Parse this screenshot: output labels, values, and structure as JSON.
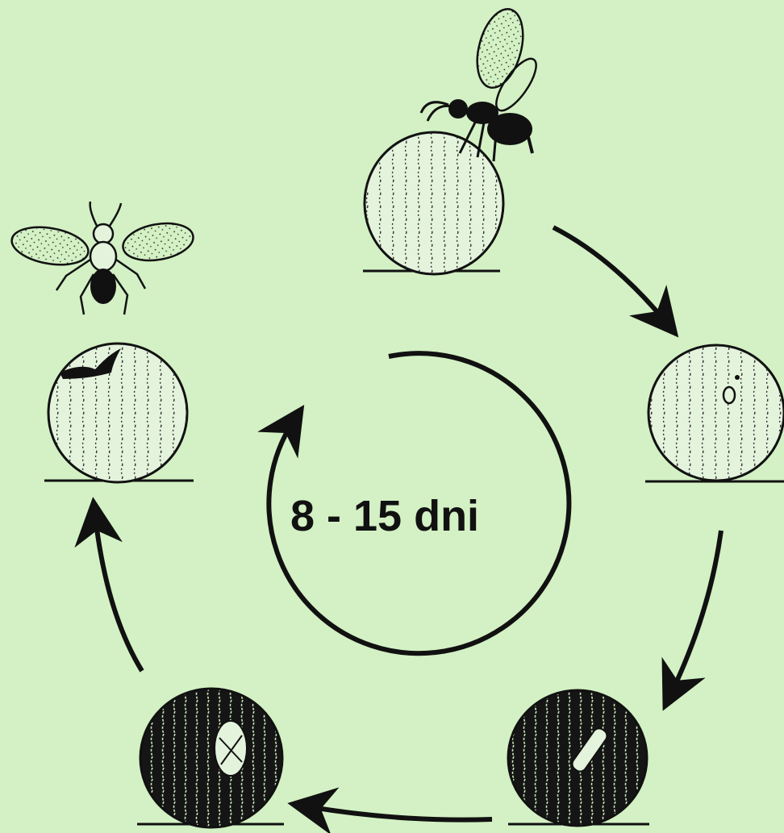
{
  "diagram": {
    "cycle_duration_label": "8 - 15 dni",
    "stages": [
      {
        "name": "wasp-laying-egg-on-host-egg"
      },
      {
        "name": "host-egg-with-parasite-egg"
      },
      {
        "name": "darkened-host-egg-with-larva"
      },
      {
        "name": "darkened-host-egg-with-pupa"
      },
      {
        "name": "host-egg-with-exit-hole"
      },
      {
        "name": "emerged-adult-wasp"
      }
    ]
  },
  "colors": {
    "background": "#d3f1c4",
    "ink": "#111111"
  }
}
